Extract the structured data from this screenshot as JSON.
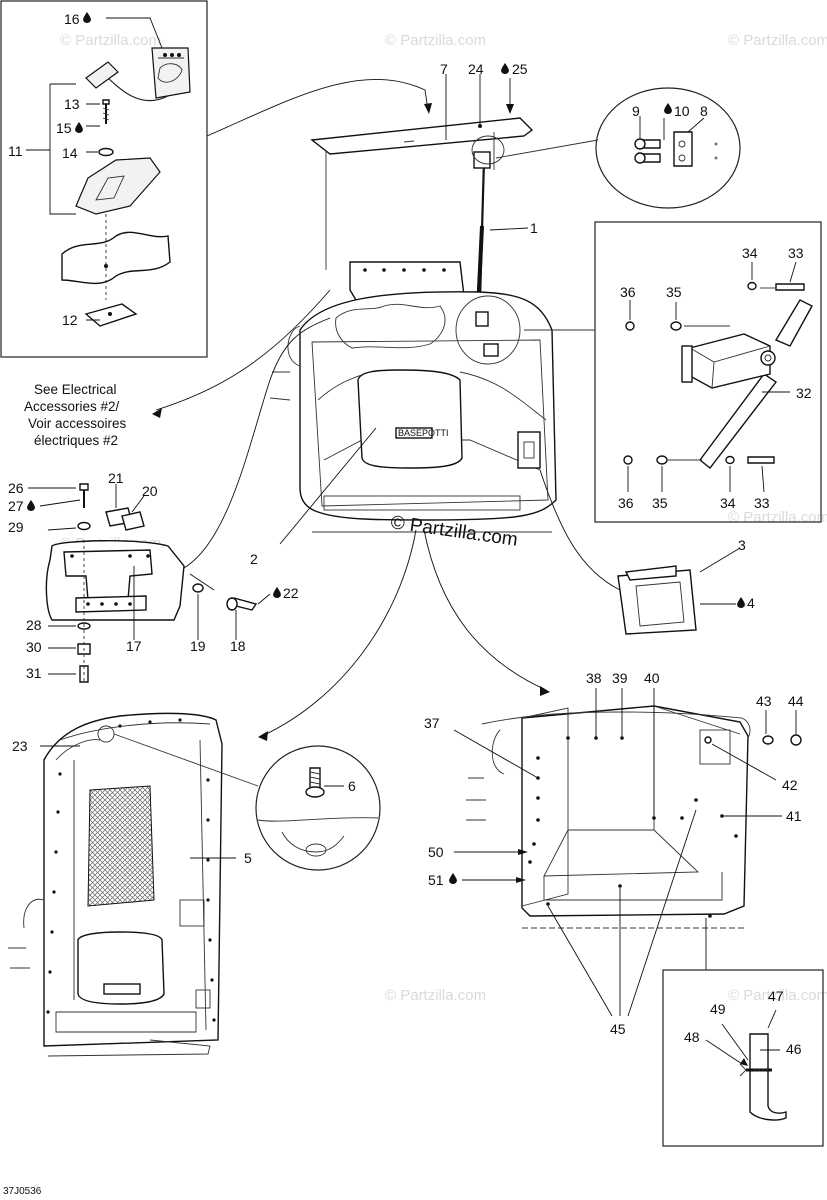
{
  "diagram": {
    "watermark": "© Partzilla.com",
    "center_watermark": "© Partzilla.com",
    "reference_code": "37J0536",
    "note": {
      "line1": "See Electrical",
      "line2": "Accessories #2/",
      "line3": "Voir accessoires",
      "line4": "électriques #2"
    },
    "callouts": {
      "c1": "1",
      "c2": "2",
      "c3": "3",
      "c4": "4",
      "c5": "5",
      "c6": "6",
      "c7": "7",
      "c8": "8",
      "c9": "9",
      "c10": "10",
      "c11": "11",
      "c12": "12",
      "c13": "13",
      "c14": "14",
      "c15": "15",
      "c16": "16",
      "c17": "17",
      "c18": "18",
      "c19": "19",
      "c20": "20",
      "c21": "21",
      "c22": "22",
      "c23": "23",
      "c24": "24",
      "c25": "25",
      "c26": "26",
      "c27": "27",
      "c28": "28",
      "c29": "29",
      "c30": "30",
      "c31": "31",
      "c32": "32",
      "c33a": "33",
      "c33b": "33",
      "c34a": "34",
      "c34b": "34",
      "c35a": "35",
      "c35b": "35",
      "c36a": "36",
      "c36b": "36",
      "c37": "37",
      "c38": "38",
      "c39": "39",
      "c40": "40",
      "c41": "41",
      "c42": "42",
      "c43": "43",
      "c44": "44",
      "c45": "45",
      "c46": "46",
      "c47": "47",
      "c48": "48",
      "c49": "49",
      "c50": "50",
      "c51": "51"
    },
    "glyphs": {
      "drop": "💧"
    },
    "colors": {
      "line": "#222222",
      "watermark": "#dadada",
      "background": "#ffffff"
    }
  }
}
